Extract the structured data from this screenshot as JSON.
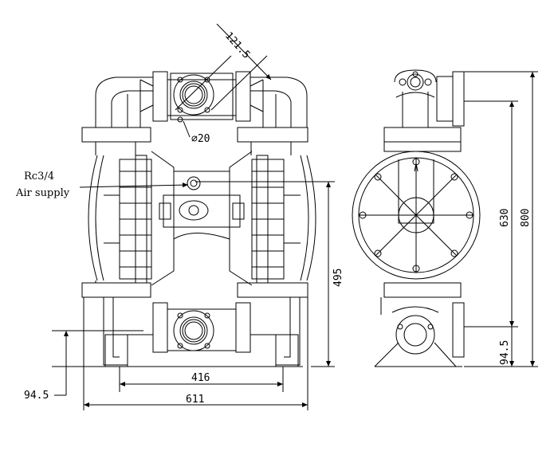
{
  "labels": {
    "air_inlet_thread": "Rc3/4",
    "air_inlet_name": "Air supply",
    "port_diameter": "⌀20"
  },
  "dimensions": {
    "flange_diagonal": "121.5",
    "inlet_height_left": "94.5",
    "inlet_height_right": "94.5",
    "port_span": "416",
    "overall_width": "611",
    "air_height": "495",
    "outlet_height": "630",
    "overall_height": "800"
  },
  "colors": {
    "line": "#000000",
    "background": "#ffffff"
  }
}
